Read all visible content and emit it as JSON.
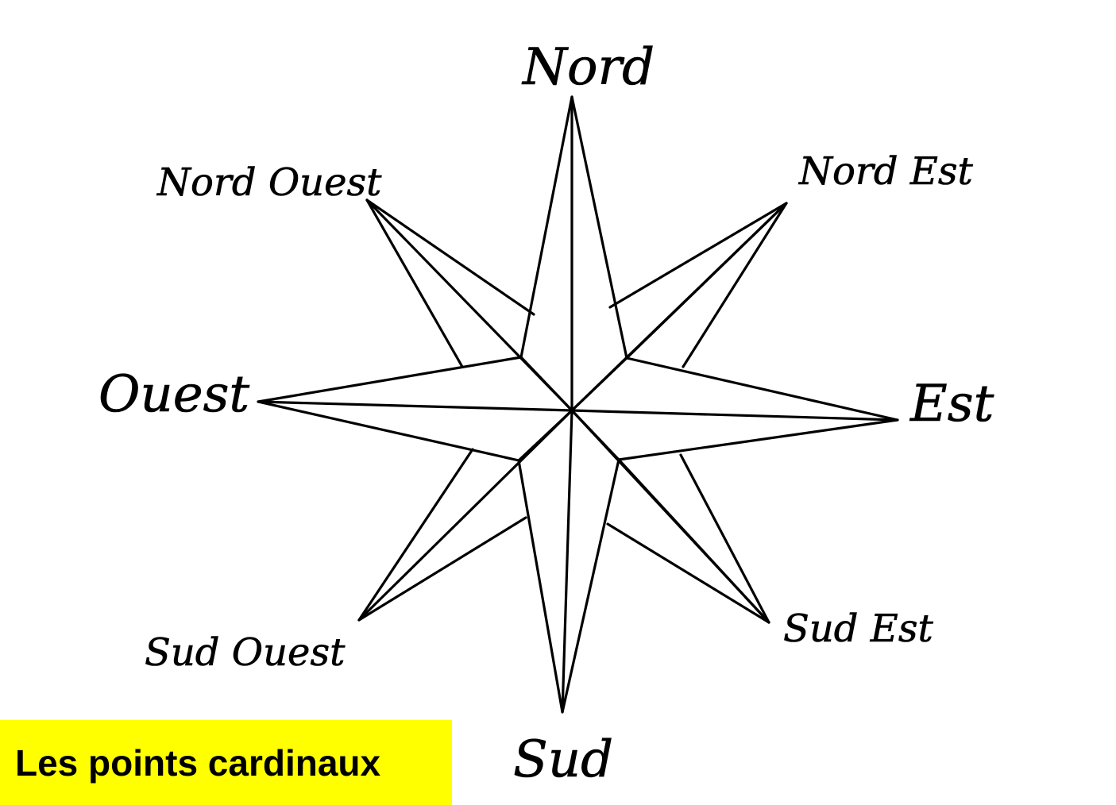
{
  "diagram": {
    "title": "Les points cardinaux",
    "directions": {
      "north": "Nord",
      "north_east": "Nord Est",
      "east": "Est",
      "south_east": "Sud Est",
      "south": "Sud",
      "south_west": "Sud Ouest",
      "west": "Ouest",
      "north_west": "Nord Ouest"
    }
  },
  "colors": {
    "banner_background": "#ffff00",
    "line": "#000000",
    "background": "#ffffff"
  }
}
